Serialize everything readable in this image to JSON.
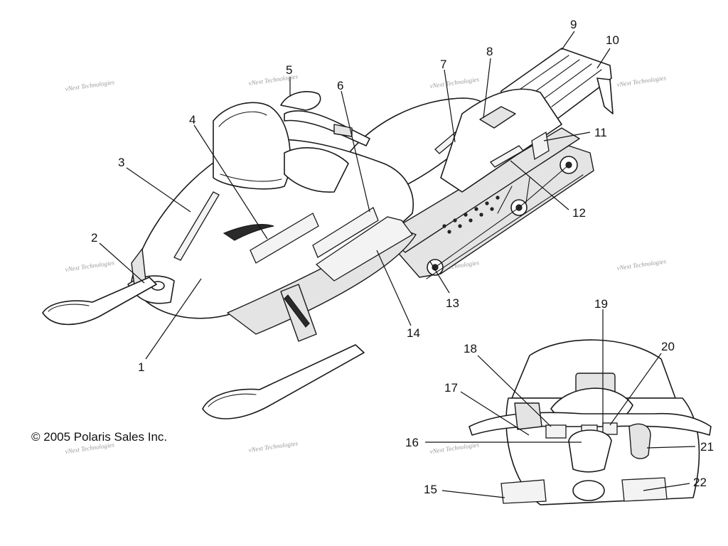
{
  "copyright": "© 2005 Polaris Sales Inc.",
  "watermark_text": "vNext Technologies",
  "callouts": {
    "c1": "1",
    "c2": "2",
    "c3": "3",
    "c4": "4",
    "c5": "5",
    "c6": "6",
    "c7": "7",
    "c8": "8",
    "c9": "9",
    "c10": "10",
    "c11": "11",
    "c12": "12",
    "c13": "13",
    "c14": "14",
    "c15": "15",
    "c16": "16",
    "c17": "17",
    "c18": "18",
    "c19": "19",
    "c20": "20",
    "c21": "21",
    "c22": "22"
  },
  "colors": {
    "line": "#1a1a1a",
    "watermark": "#9a9a9a",
    "background": "#ffffff"
  }
}
